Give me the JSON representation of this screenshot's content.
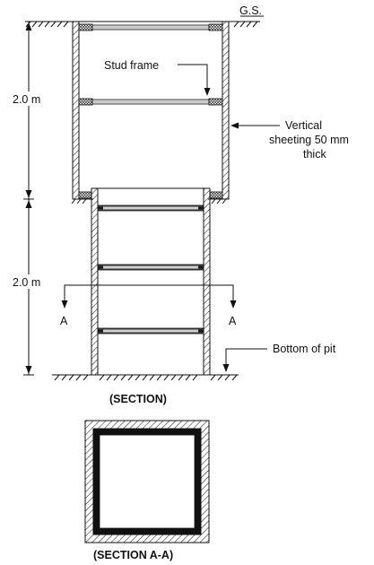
{
  "labels": {
    "ground_surface": "G.S.",
    "stud_frame": "Stud frame",
    "vertical_sheeting_line1": "Vertical",
    "vertical_sheeting_line2": "sheeting 50 mm",
    "vertical_sheeting_line3": "thick",
    "upper_depth": "2.0 m",
    "lower_depth": "2.0 m",
    "section_mark_left": "A",
    "section_mark_right": "A",
    "bottom_of_pit": "Bottom of pit",
    "section_caption": "(SECTION)",
    "section_aa_caption": "(SECTION A-A)"
  },
  "colors": {
    "ink": "#111111",
    "frame_fill": "#cccccc"
  }
}
